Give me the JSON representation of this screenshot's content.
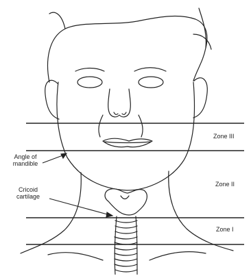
{
  "zones": [
    {
      "id": "zone-3",
      "label": "Zone III"
    },
    {
      "id": "zone-2",
      "label": "Zone II"
    },
    {
      "id": "zone-1",
      "label": "Zone I"
    }
  ],
  "annotations": {
    "angle_of_mandible": {
      "line1": "Angle of",
      "line2": "mandible"
    },
    "cricoid_cartilage": {
      "line1": "Cricoid",
      "line2": "cartilage"
    }
  },
  "colors": {
    "ink": "#222222",
    "background": "#ffffff"
  }
}
